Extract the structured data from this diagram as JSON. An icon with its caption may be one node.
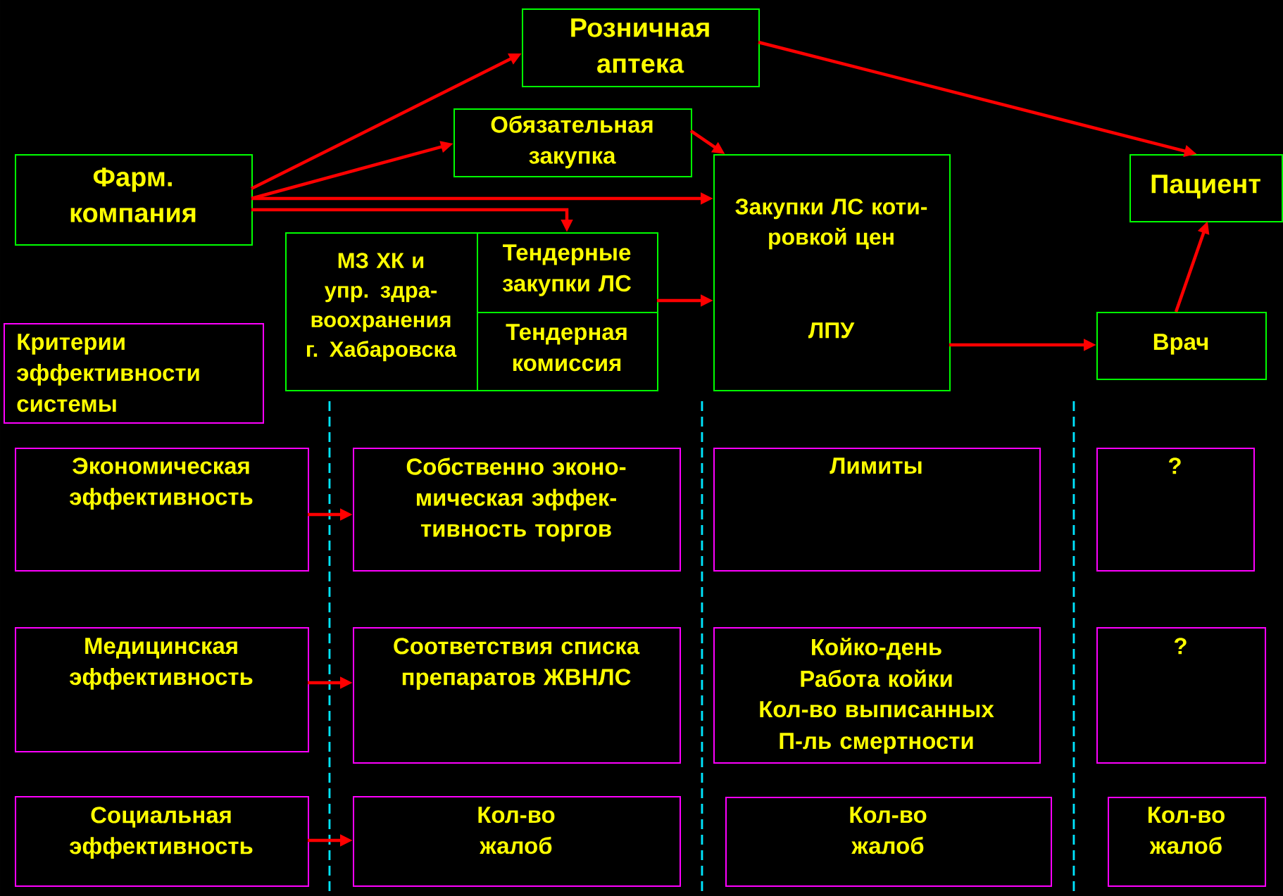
{
  "diagram": {
    "nodes": [
      {
        "text": [
          "Розничная аптека"
        ]
      },
      {
        "text": [
          "Обязательная закупка"
        ]
      },
      {
        "text": [
          "Фарм. компания"
        ]
      },
      {
        "text": [
          "Закупки ЛС коти- ровкой цен",
          "ЛПУ"
        ]
      },
      {
        "text": [
          "Пациент"
        ]
      },
      {
        "text": [
          "МЗ ХК и упр. здра- воохранения г. Хабаровска"
        ]
      },
      {
        "text": [
          "Тендерные закупки ЛС"
        ]
      },
      {
        "text": [
          "Тендерная комиссия"
        ]
      },
      {
        "text": [
          "Врач"
        ]
      },
      {
        "text": [
          "Критерии эффективности системы"
        ]
      },
      {
        "text": [
          "Экономическая эффективность"
        ]
      },
      {
        "text": [
          "Собственно эконо- мическая эффек- тивность торгов"
        ]
      },
      {
        "text": [
          "Лимиты"
        ]
      },
      {
        "text": [
          "?"
        ]
      },
      {
        "text": [
          "Медицинская эффективность"
        ]
      },
      {
        "text": [
          "Соответствия списка препаратов ЖВНЛС"
        ]
      },
      {
        "text": [
          "Койко-день",
          "Работа койки",
          "Кол-во выписанных",
          "П-ль смертности"
        ]
      },
      {
        "text": [
          "?"
        ]
      },
      {
        "text": [
          "Социальная эффективность"
        ]
      },
      {
        "text": [
          "Кол-во жалоб"
        ]
      },
      {
        "text": [
          "Кол-во жалоб"
        ]
      },
      {
        "text": [
          "Кол-во жалоб"
        ]
      }
    ],
    "edges": [
      {
        "from": 2,
        "to": 0,
        "arrow": "to"
      },
      {
        "from": 2,
        "to": 1,
        "arrow": "to"
      },
      {
        "from": 2,
        "to": 3,
        "arrow": "to"
      },
      {
        "from": 2,
        "to": 6,
        "arrow": "to"
      },
      {
        "from": 1,
        "to": 3,
        "arrow": "to"
      },
      {
        "from": 0,
        "to": 4,
        "arrow": "to"
      },
      {
        "from": 6,
        "to": 3,
        "arrow": "to"
      },
      {
        "from": 3,
        "to": 8,
        "arrow": "to"
      },
      {
        "from": 8,
        "to": 4,
        "arrow": "to"
      },
      {
        "from": 10,
        "to": 11,
        "arrow": "to"
      },
      {
        "from": 14,
        "to": 15,
        "arrow": "to"
      },
      {
        "from": 18,
        "to": 19,
        "arrow": "to"
      }
    ]
  }
}
